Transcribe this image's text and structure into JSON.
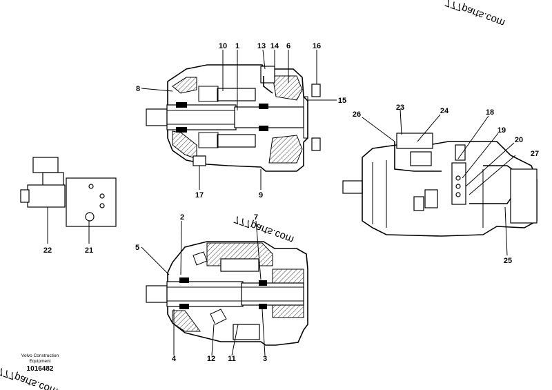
{
  "watermarks": [
    "777parts.com",
    "777parts.com",
    "777parts.com"
  ],
  "footer": {
    "brand_line1": "Volvo Construction",
    "brand_line2": "Equipment",
    "drawing_id": "1016482"
  },
  "callouts": [
    {
      "id": "c10",
      "label": "10"
    },
    {
      "id": "c1",
      "label": "1"
    },
    {
      "id": "c13",
      "label": "13"
    },
    {
      "id": "c14",
      "label": "14"
    },
    {
      "id": "c6",
      "label": "6"
    },
    {
      "id": "c16",
      "label": "16"
    },
    {
      "id": "c8",
      "label": "8"
    },
    {
      "id": "c15",
      "label": "15"
    },
    {
      "id": "c17",
      "label": "17"
    },
    {
      "id": "c9",
      "label": "9"
    },
    {
      "id": "c23",
      "label": "23"
    },
    {
      "id": "c26",
      "label": "26"
    },
    {
      "id": "c24",
      "label": "24"
    },
    {
      "id": "c18",
      "label": "18"
    },
    {
      "id": "c19",
      "label": "19"
    },
    {
      "id": "c20",
      "label": "20"
    },
    {
      "id": "c27",
      "label": "27"
    },
    {
      "id": "c25",
      "label": "25"
    },
    {
      "id": "c22",
      "label": "22"
    },
    {
      "id": "c21",
      "label": "21"
    },
    {
      "id": "c2",
      "label": "2"
    },
    {
      "id": "c7",
      "label": "7"
    },
    {
      "id": "c5",
      "label": "5"
    },
    {
      "id": "c4",
      "label": "4"
    },
    {
      "id": "c12",
      "label": "12"
    },
    {
      "id": "c11",
      "label": "11"
    },
    {
      "id": "c3",
      "label": "3"
    }
  ]
}
